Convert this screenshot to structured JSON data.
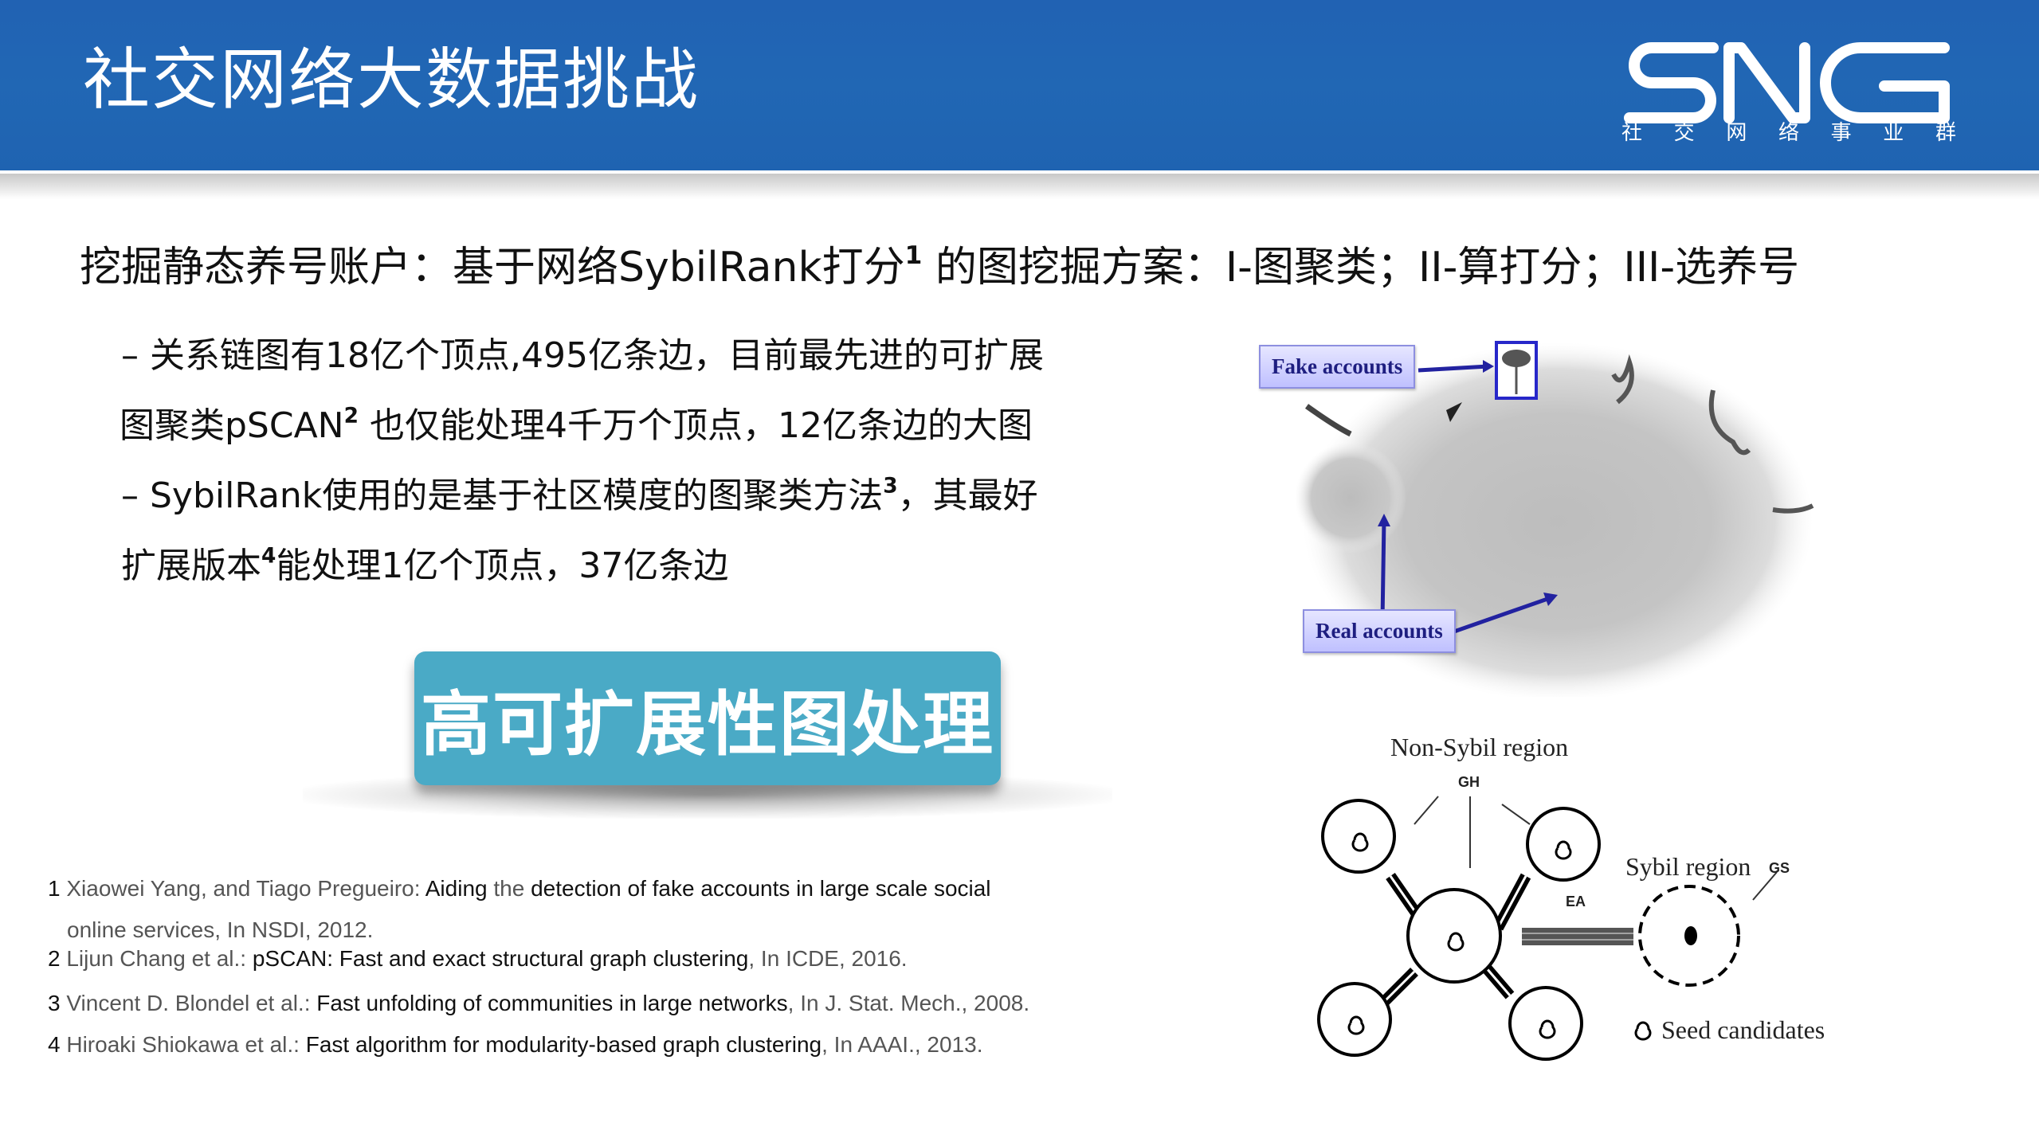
{
  "header": {
    "title": "社交网络大数据挑战",
    "logo_text": "SNG",
    "logo_subtitle": [
      "社",
      "交",
      "网",
      "络",
      "事",
      "业",
      "群"
    ],
    "background_color": "#2165b3"
  },
  "lead": {
    "text": "挖掘静态养号账户：基于网络SybilRank打分",
    "sup": "1",
    "text_after": " 的图挖掘方案：I-图聚类；II-算打分；III-选养号"
  },
  "bullets": [
    {
      "part1": "– 关系链图有18亿个顶点,495亿条边，目前最先进的可扩展"
    },
    {
      "part1": "图聚类pSCAN",
      "sup": "2",
      "part2": " 也仅能处理4千万个顶点，12亿条边的大图"
    },
    {
      "part1": "– SybilRank使用的是基于社区模度的图聚类方法",
      "sup": "3",
      "part2": "，其最好"
    },
    {
      "part1": "扩展版本",
      "sup": "4",
      "part2": "能处理1亿个顶点，37亿条边"
    }
  ],
  "callout": {
    "text": "高可扩展性图处理",
    "color": "#4aaac6"
  },
  "references": [
    {
      "num": "1",
      "authors": " Xiaowei Yang, and Tiago Pregueiro: ",
      "title_a": "Aiding",
      "mid": " the ",
      "title_b": "detection of fake accounts in large scale social",
      "cont": "online services, In NSDI, 2012."
    },
    {
      "num": "2",
      "authors": " Lijun Chang et al.: ",
      "title": "pSCAN: Fast and exact structural graph clustering",
      "venue": ", In ICDE, 2016."
    },
    {
      "num": "3",
      "authors": " Vincent D. Blondel et al.: ",
      "title": "Fast unfolding of communities in large networks",
      "venue": ", In J. Stat. Mech., 2008."
    },
    {
      "num": "4",
      "authors": " Hiroaki Shiokawa et al.: ",
      "title": "Fast algorithm for modularity-based graph clustering",
      "venue": ", In AAAI., 2013."
    }
  ],
  "figure_graph": {
    "fake_label": "Fake accounts",
    "real_label": "Real accounts"
  },
  "figure_sybil": {
    "non_sybil_label": "Non-Sybil region",
    "gh_label": "GH",
    "sybil_label": "Sybil region",
    "gs_label": "GS",
    "ea_label": "EA",
    "seed_label": "Seed candidates"
  }
}
